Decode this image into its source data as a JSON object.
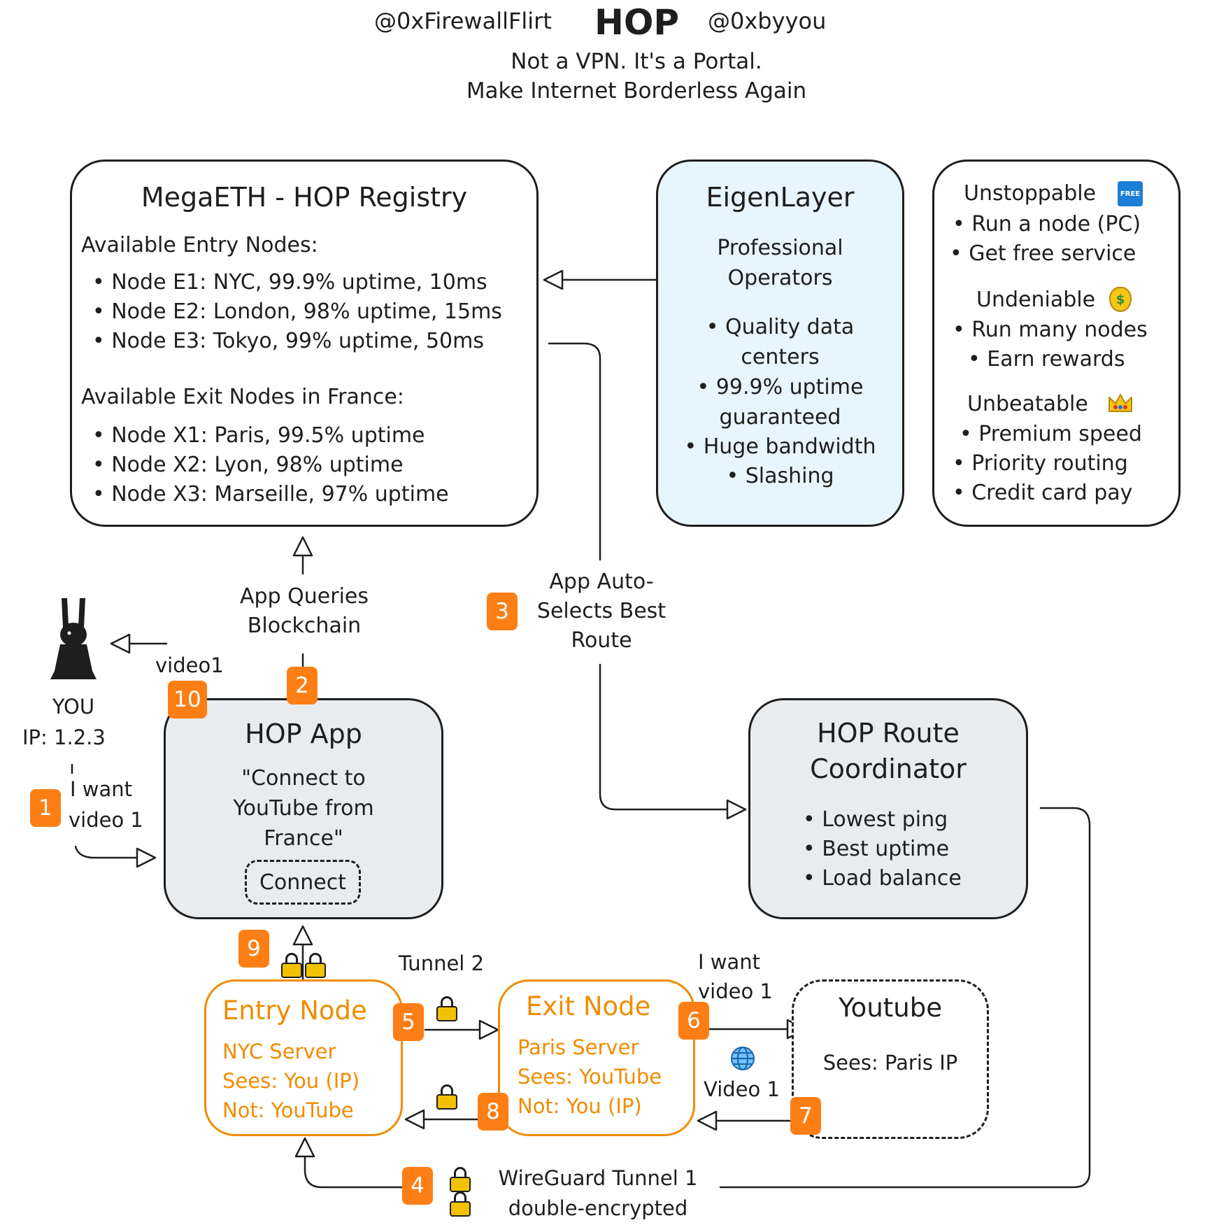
{
  "header": {
    "handle_left": "@0xFirewallFlirt",
    "brand": "HOP",
    "handle_right": "@0xbyyou",
    "tagline_1": "Not a VPN. It's a Portal.",
    "tagline_2": "Make Internet Borderless Again"
  },
  "registry": {
    "title": "MegaETH - HOP Registry",
    "entry_heading": "Available Entry Nodes:",
    "entry_nodes": [
      "• Node E1: NYC, 99.9% uptime, 10ms",
      "• Node E2: London, 98% uptime, 15ms",
      "• Node E3: Tokyo, 99% uptime, 50ms"
    ],
    "exit_heading": "Available Exit Nodes in France:",
    "exit_nodes": [
      "• Node X1: Paris, 99.5% uptime",
      "• Node X2: Lyon, 98% uptime",
      "• Node X3: Marseille, 97% uptime"
    ]
  },
  "eigenlayer": {
    "title": "EigenLayer",
    "lines": [
      "Professional",
      "Operators",
      "• Quality data",
      "centers",
      "• 99.9% uptime",
      "guaranteed",
      "• Huge bandwidth",
      "• Slashing"
    ]
  },
  "tiers": {
    "t1_title": "Unstoppable",
    "t1_icon_text": "FREE",
    "t1_items": [
      "• Run a node (PC)",
      "• Get free service"
    ],
    "t2_title": "Undeniable",
    "t2_items": [
      "• Run many nodes",
      "• Earn rewards"
    ],
    "t3_title": "Unbeatable",
    "t3_items": [
      "• Premium speed",
      "• Priority routing",
      "• Credit card pay"
    ]
  },
  "user": {
    "label": "YOU",
    "ip": "IP: 1.2.3",
    "request_1": "I want",
    "request_2": "video 1",
    "returned": "video1"
  },
  "app": {
    "title": "HOP App",
    "quote_1": "\"Connect to",
    "quote_2": "YouTube from",
    "quote_3": "France\"",
    "connect_label": "Connect"
  },
  "labels": {
    "queries_1": "App Queries",
    "queries_2": "Blockchain",
    "auto_1": "App Auto-",
    "auto_2": "Selects Best",
    "auto_3": "Route",
    "tunnel2": "Tunnel 2",
    "want_1": "I want",
    "want_2": "video 1",
    "video_back": "Video 1",
    "wg_1": "WireGuard Tunnel 1",
    "wg_2": "double-encrypted"
  },
  "coordinator": {
    "title_1": "HOP Route",
    "title_2": "Coordinator",
    "items": [
      "• Lowest ping",
      "• Best uptime",
      "• Load balance"
    ]
  },
  "entry_node": {
    "title": "Entry Node",
    "lines": [
      "NYC Server",
      "Sees: You (IP)",
      "Not: YouTube"
    ]
  },
  "exit_node": {
    "title": "Exit Node",
    "lines": [
      "Paris Server",
      "Sees: YouTube",
      "Not: You (IP)"
    ]
  },
  "youtube": {
    "title": "Youtube",
    "sees": "Sees: Paris IP"
  },
  "steps": [
    "1",
    "2",
    "3",
    "4",
    "5",
    "6",
    "7",
    "8",
    "9",
    "10"
  ],
  "colors": {
    "ink": "#1e1e1e",
    "badge": "#fd7e14",
    "node_text": "#f08c00",
    "eigenlayer_fill": "#e7f5ff",
    "app_fill": "#e9ecef",
    "free_icon": "#1c7ed6",
    "lock": "#f2c200"
  },
  "icons": {
    "user": "rabbit-icon",
    "tier1": "free-icon",
    "tier2": "money-bag-icon",
    "tier3": "crown-icon",
    "encryption": "lock-icon",
    "internet": "globe-icon"
  }
}
